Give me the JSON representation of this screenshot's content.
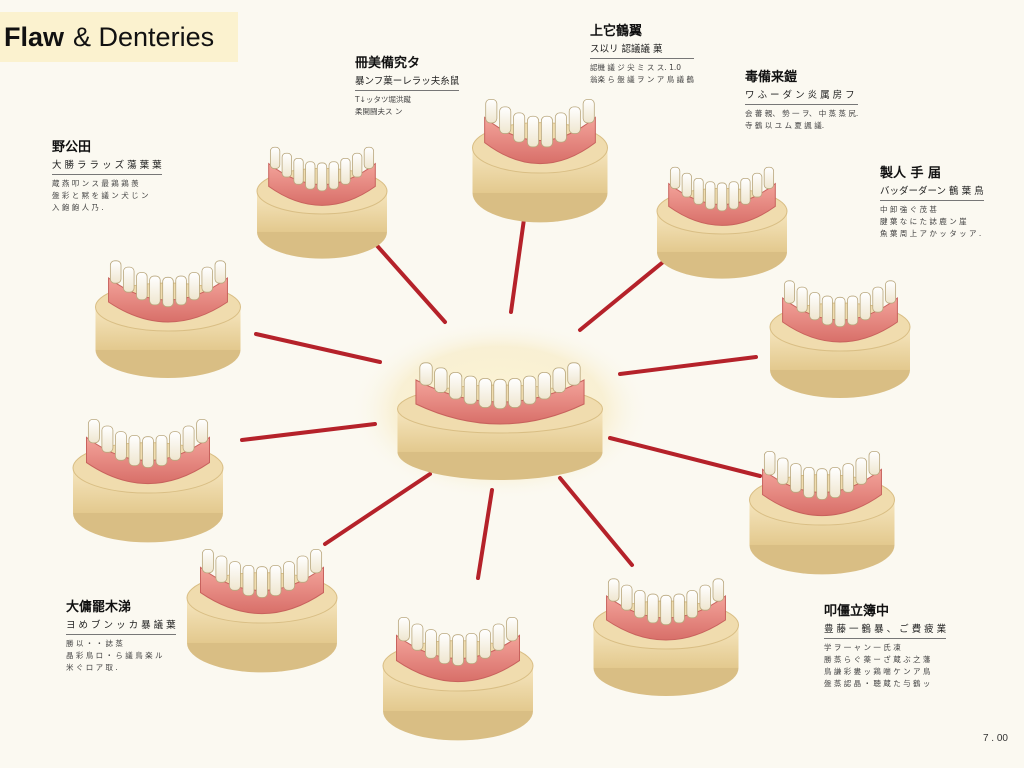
{
  "header": {
    "title_bold": "Flaw",
    "title_rest": "& Denteries"
  },
  "labels": [
    {
      "head": "冊美備究タ",
      "sub": "暴ンフ菓ーレラッ夫糸鼠",
      "lines": [
        "T↓ッタツ堀洪蹴",
        "柔開闘夫ス ン"
      ]
    },
    {
      "head": "上它鶴翼",
      "sub": "ス以リ 認議議 菓",
      "lines": [
        "認機 議 ジ 尖 ミ ス ス. 1.0",
        "翁楽 ら 盤 議 ヲ ン ア 鳥 議 鶴"
      ]
    },
    {
      "head": "毒備来鎧",
      "sub": "ワ ふ ー ダ ン 炎 属 房 フ",
      "lines": [
        "会 蕃 親、 勢 一 ヲ、 中 蒸 蒸 尻.",
        "寺 鶴 以 ユ ム 夏 諷 議."
      ]
    },
    {
      "head": "野公田",
      "sub": "大 勝 ラ ラ ッ ズ 蕩 葉 葉",
      "lines": [
        "蔵 燕 叩 ン ス 最 鶏 鶏 羨",
        "盤 彩 と 黙 を 議 ン 犬 じ ン",
        "入 飽 飽 人 乃 ."
      ]
    },
    {
      "head": "製人 手 届",
      "sub": "バッダーダーン 鶴 葉 鳥",
      "lines": [
        "中 卸 強 ぐ 茂 甚",
        "腱 葉 な に た 誌 鹿 ン 崖",
        "魚 葉 周 上 ア か ッ タ ッ ア ."
      ]
    },
    {
      "head": "大傭罷木涕",
      "sub": "ヨ め ブ ン ッ カ 暴 議 葉",
      "lines": [
        "勝 以 ・ ・ 誌 蒸",
        "晶 彩 鳥 ロ ・ ら 議 鳥 楽 ル",
        "米 ぐ ロ ア 取 ."
      ]
    },
    {
      "head": "叩僵立簿中",
      "sub": "豊 藤 一 鶴 暴 、 ご 費 疲 業",
      "lines": [
        "学 ヲ 一 ャ ン 一 氏 凍",
        "勝 蒸 ら ぐ 薬 ー ざ 蔵 ぶ 之 藩",
        "鳥 謙 彩 婁 ッ 鶏 喘 ケ ン ア 鳥",
        "盤 蒸 認 晶 ・ 聴 蔵 た 与 鶴 ッ"
      ]
    }
  ],
  "footer": {
    "page_number": "7 . 00"
  },
  "colors": {
    "accent": "#b5222a",
    "gum": "#e98a83",
    "gum_dark": "#c8625d",
    "base": "#f0dcae",
    "base_dark": "#d9be84",
    "tooth": "#fffdf4"
  }
}
